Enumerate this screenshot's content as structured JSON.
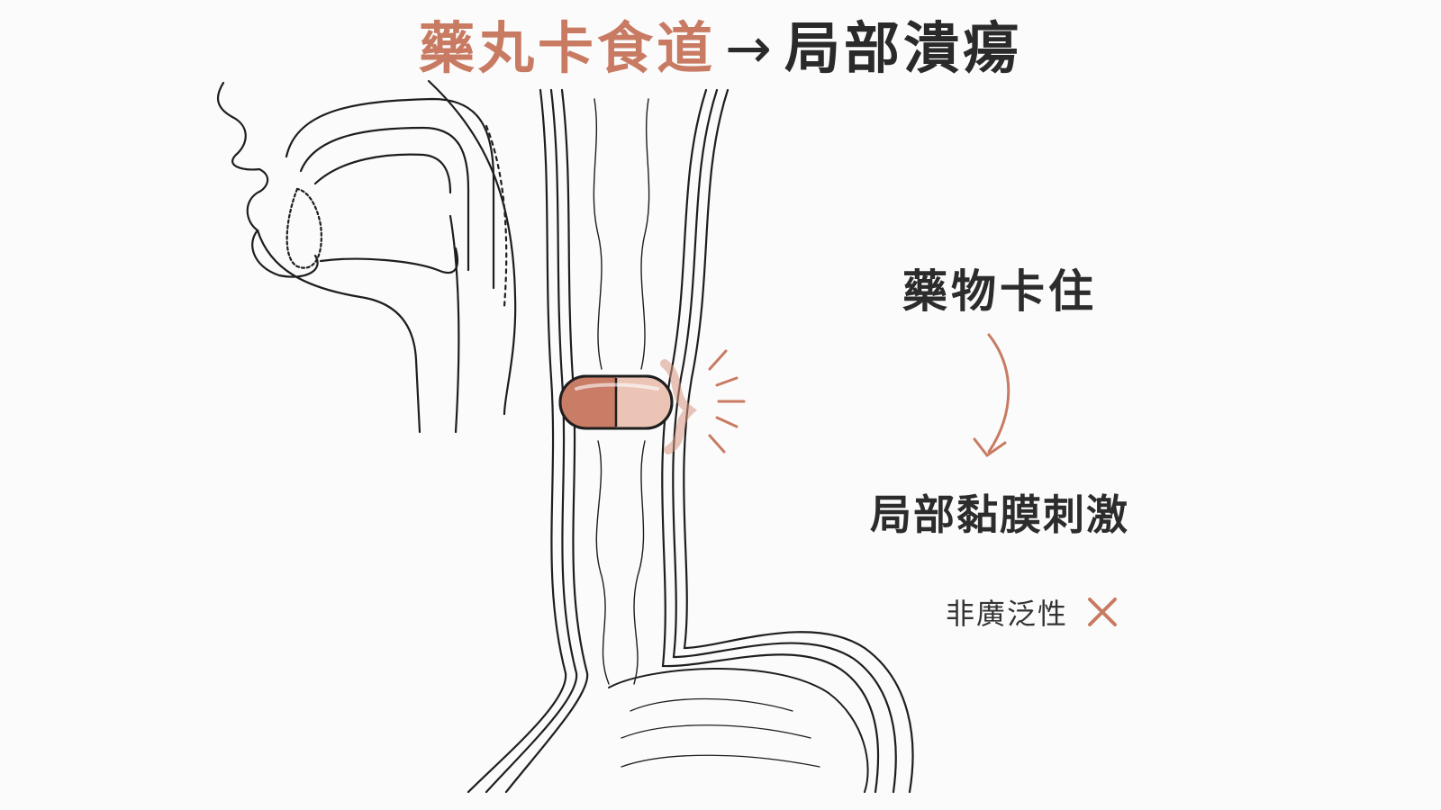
{
  "title": {
    "part1": "藥丸卡食道",
    "arrow": "→",
    "part2": "局部潰瘍"
  },
  "labels": {
    "stuck": "藥物卡住",
    "irritation": "局部黏膜刺激",
    "note": "非廣泛性"
  },
  "colors": {
    "accent": "#c87b62",
    "ink": "#2a2a2a",
    "pill_dark": "#c97c66",
    "pill_light": "#ecc4b6"
  },
  "icons": [
    "cross-icon",
    "down-curved-arrow-icon",
    "irritation-rays-icon"
  ]
}
